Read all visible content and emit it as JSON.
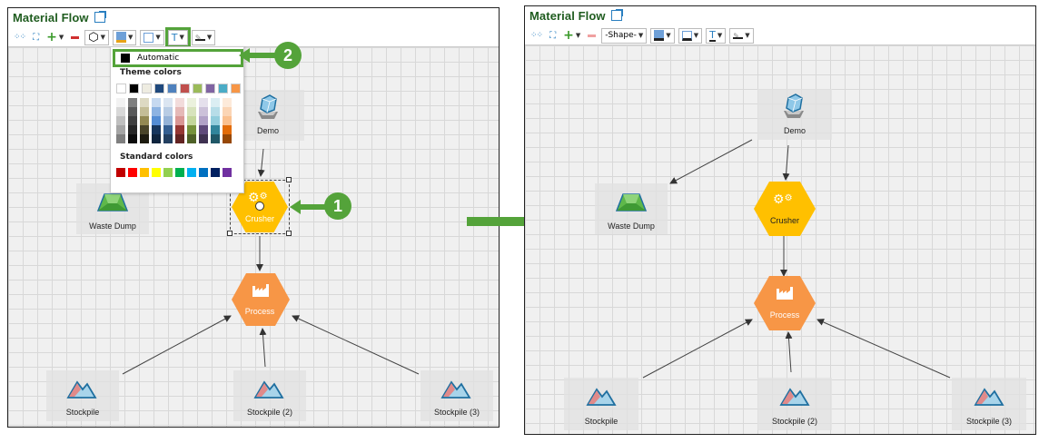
{
  "before": {
    "title": "Material Flow",
    "toolbar": {
      "shape_selector": "hexagon",
      "buttons": [
        "layout-icon",
        "fit-icon",
        "add-icon",
        "remove-icon",
        "shape-select",
        "fill-color",
        "border-color",
        "font-color",
        "line-color"
      ]
    },
    "color_menu": {
      "automatic_label": "Automatic",
      "theme_header": "Theme colors",
      "standard_header": "Standard colors",
      "theme_colors": [
        "#ffffff",
        "#000000",
        "#eeece1",
        "#1f497d",
        "#4f81bd",
        "#c0504d",
        "#9bbb59",
        "#8064a2",
        "#4bacc6",
        "#f79646"
      ],
      "theme_shades": [
        [
          "#f2f2f2",
          "#d8d8d8",
          "#bfbfbf",
          "#a5a5a5",
          "#7f7f7f"
        ],
        [
          "#7f7f7f",
          "#595959",
          "#3f3f3f",
          "#262626",
          "#0c0c0c"
        ],
        [
          "#ddd9c3",
          "#c4bd97",
          "#938953",
          "#494429",
          "#1d1b10"
        ],
        [
          "#c6d9f0",
          "#8db3e2",
          "#548dd4",
          "#17365d",
          "#0f243e"
        ],
        [
          "#dbe5f1",
          "#b8cce4",
          "#95b3d7",
          "#366092",
          "#244061"
        ],
        [
          "#f2dcdb",
          "#e5b9b7",
          "#d99694",
          "#953734",
          "#632423"
        ],
        [
          "#ebf1dd",
          "#d7e3bc",
          "#c3d69b",
          "#76923c",
          "#4f6128"
        ],
        [
          "#e5e0ec",
          "#ccc1d9",
          "#b2a2c7",
          "#5f497a",
          "#3f3151"
        ],
        [
          "#dbeef3",
          "#b7dde8",
          "#92cddc",
          "#31859b",
          "#205867"
        ],
        [
          "#fdeada",
          "#fbd5b5",
          "#fac08f",
          "#e36c09",
          "#974806"
        ]
      ],
      "standard_colors": [
        "#c00000",
        "#ff0000",
        "#ffc000",
        "#ffff00",
        "#92d050",
        "#00b050",
        "#00b0f0",
        "#0070c0",
        "#002060",
        "#7030a0"
      ]
    },
    "nodes": {
      "demo": "Demo",
      "waste_dump": "Waste Dump",
      "crusher": "Crusher",
      "process": "Process",
      "stockpile1": "Stockpile",
      "stockpile2": "Stockpile (2)",
      "stockpile3": "Stockpile (3)"
    },
    "callouts": {
      "one": "1",
      "two": "2"
    }
  },
  "after": {
    "title": "Material Flow",
    "toolbar": {
      "shape_select_label": "-Shape-"
    },
    "nodes": {
      "demo": "Demo",
      "waste_dump": "Waste Dump",
      "crusher": "Crusher",
      "process": "Process",
      "stockpile1": "Stockpile",
      "stockpile2": "Stockpile (2)",
      "stockpile3": "Stockpile (3)"
    }
  },
  "colors": {
    "accent_green": "#54a33a",
    "crusher_fill": "#ffc000",
    "process_fill": "#f79646",
    "title_green": "#1f5c1f"
  }
}
